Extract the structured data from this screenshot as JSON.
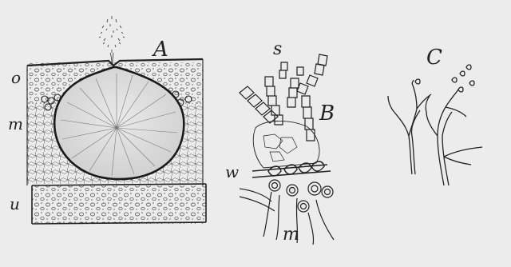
{
  "labels": {
    "A": "A",
    "B": "B",
    "C": "C",
    "o": "o",
    "m_left": "m",
    "u": "u",
    "s": "s",
    "w": "w",
    "m_right": "m"
  },
  "colors": {
    "background": "#ececec",
    "ink": "#2a2a2a",
    "bulb_fill": "#d8d8d8"
  }
}
